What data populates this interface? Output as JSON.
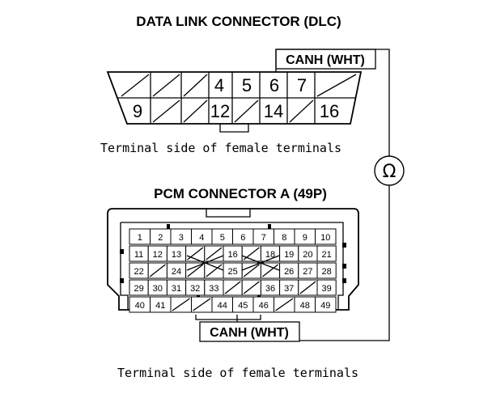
{
  "dlc": {
    "title": "DATA LINK CONNECTOR (DLC)",
    "wire_label": "CANH (WHT)",
    "caption": "Terminal side of female terminals",
    "top_row": [
      "",
      "",
      "",
      "4",
      "5",
      "6",
      "7",
      ""
    ],
    "bottom_row": [
      "9",
      "",
      "",
      "12",
      "",
      "14",
      "",
      "16"
    ]
  },
  "pcm": {
    "title": "PCM CONNECTOR A (49P)",
    "wire_label": "CANH (WHT)",
    "caption": "Terminal side of female terminals",
    "rows": [
      [
        "1",
        "2",
        "3",
        "4",
        "5",
        "6",
        "7",
        "8",
        "9",
        "10"
      ],
      [
        "11",
        "12",
        "13",
        "",
        "",
        "16",
        "",
        "18",
        "19",
        "20",
        "21"
      ],
      [
        "22",
        "",
        "24",
        "",
        "",
        "25",
        "",
        "",
        "26",
        "27",
        "28"
      ],
      [
        "29",
        "30",
        "31",
        "32",
        "33",
        "",
        "",
        "36",
        "37",
        "",
        "39"
      ],
      [
        "40",
        "41",
        "",
        "",
        "44",
        "45",
        "46",
        "",
        "48",
        "49"
      ]
    ]
  },
  "meter": {
    "symbol": "Ω",
    "icon": "ohmmeter-icon"
  }
}
